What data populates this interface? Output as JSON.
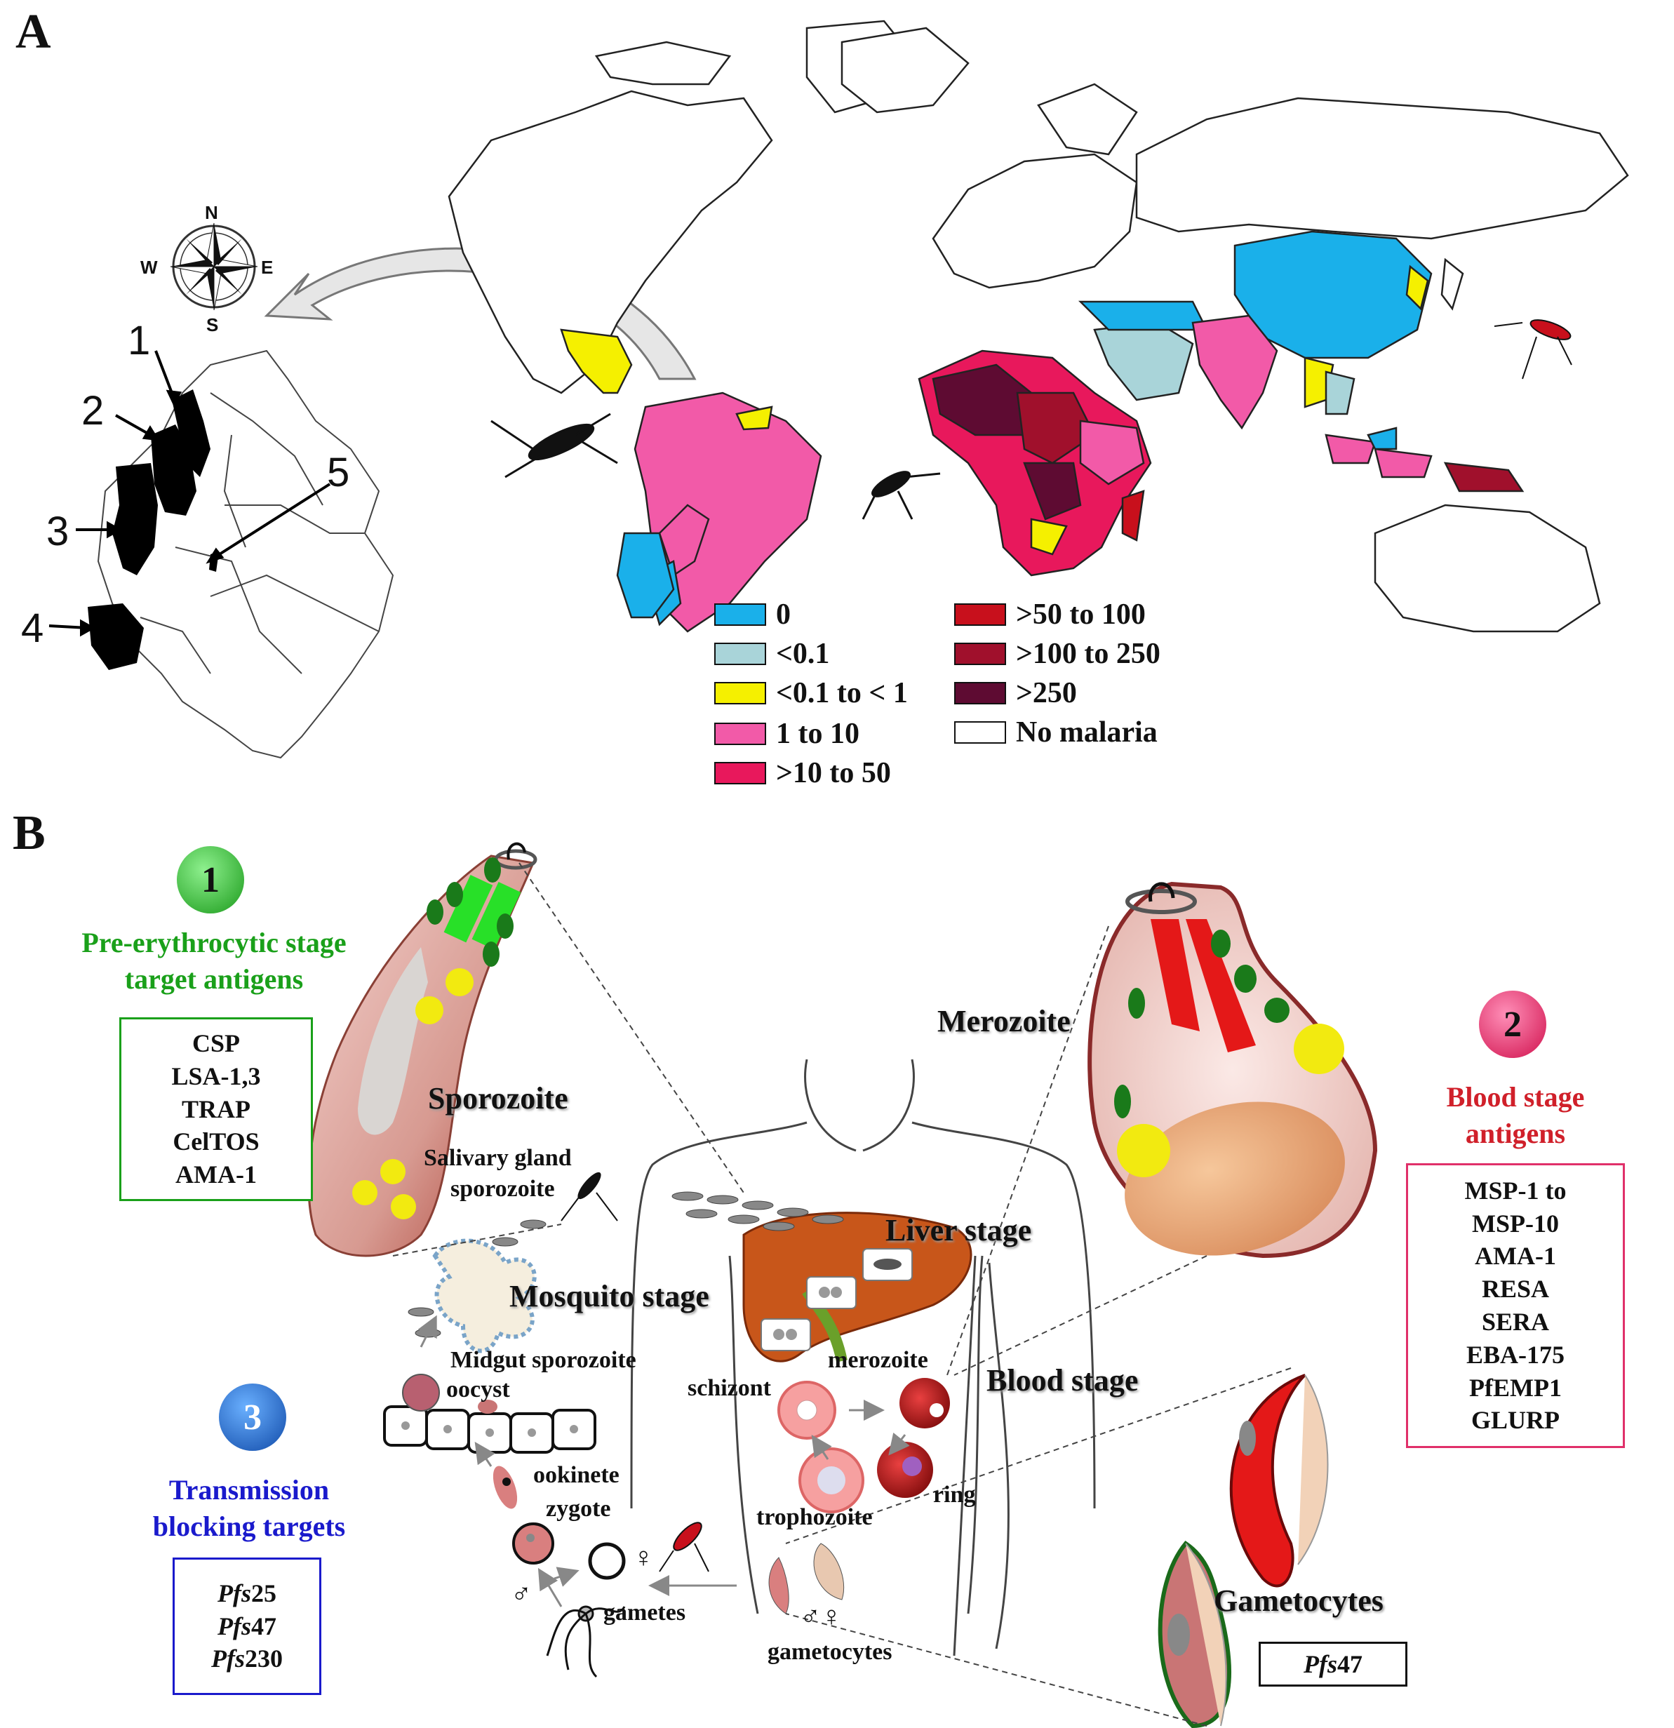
{
  "panels": {
    "a": "A",
    "b": "B"
  },
  "compass": {
    "n": "N",
    "s": "S",
    "e": "E",
    "w": "W"
  },
  "colombia_regions": [
    "1",
    "2",
    "3",
    "4",
    "5"
  ],
  "legend": [
    {
      "label": "0",
      "color": "#1ab0ea"
    },
    {
      "label": "<0.1",
      "color": "#a9d4d9"
    },
    {
      "label": "<0.1 to < 1",
      "color": "#f5f000"
    },
    {
      "label": "1 to 10",
      "color": "#f25aa8"
    },
    {
      "label": ">10 to 50",
      "color": "#e8185c"
    },
    {
      "label": ">50 to 100",
      "color": "#c8101c"
    },
    {
      "label": ">100 to 250",
      "color": "#a0102c"
    },
    {
      "label": ">250",
      "color": "#5e0b32"
    },
    {
      "label": "No malaria",
      "color": "#ffffff"
    }
  ],
  "lifecycle": {
    "sporozoite": "Sporozoite",
    "merozoite": "Merozoite",
    "liver_stage": "Liver stage",
    "mosquito_stage": "Mosquito stage",
    "blood_stage": "Blood stage",
    "gametocytes_title": "Gametocytes",
    "salivary_gland": "Salivary gland",
    "salivary_sporozoite": "sporozoite",
    "midgut_sporozoite": "Midgut sporozoite",
    "oocyst": "oocyst",
    "ookinete": "ookinete",
    "zygote": "zygote",
    "gametes": "gametes",
    "gametocytes": "gametocytes",
    "schizont": "schizont",
    "merozoite_small": "merozoite",
    "trophozoite": "trophozoite",
    "ring": "ring",
    "male_symbol": "♂",
    "female_symbol": "♀",
    "male_female": "♂♀"
  },
  "targets": {
    "pre": {
      "number": "1",
      "title_line1": "Pre-erythrocytic stage",
      "title_line2": "target antigens",
      "color": "#1aa01a",
      "antigens": [
        "CSP",
        "LSA-1,3",
        "TRAP",
        "CelTOS",
        "AMA-1"
      ]
    },
    "blood": {
      "number": "2",
      "title_line1": "Blood stage",
      "title_line2": "antigens",
      "color": "#d0202a",
      "antigens": [
        "MSP-1 to",
        "MSP-10",
        "AMA-1",
        "RESA",
        "SERA",
        "EBA-175",
        "PfEMP1",
        "GLURP"
      ]
    },
    "transmission": {
      "number": "3",
      "title_line1": "Transmission",
      "title_line2": "blocking targets",
      "color": "#1a1acc",
      "antigens": [
        {
          "prefix": "Pfs",
          "suffix": "25"
        },
        {
          "prefix": "Pfs",
          "suffix": "47"
        },
        {
          "prefix": "Pfs",
          "suffix": "230"
        }
      ]
    },
    "gametocyte_box": {
      "prefix": "Pfs",
      "suffix": "47"
    }
  }
}
